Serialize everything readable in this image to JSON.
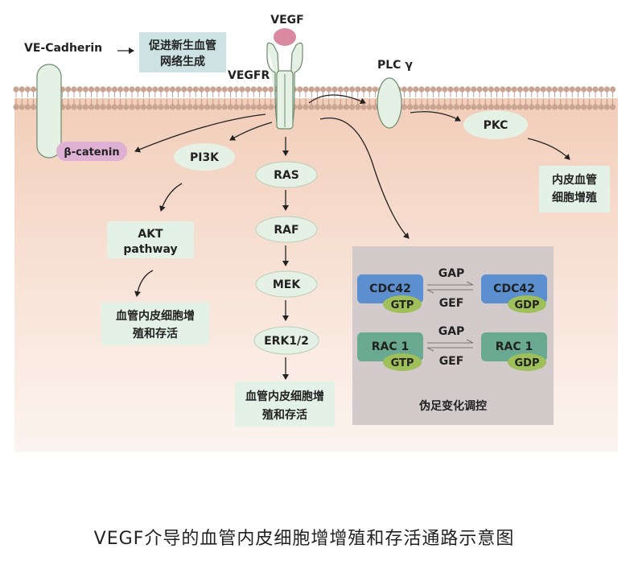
{
  "ligand": {
    "label": "VEGF"
  },
  "receptor": {
    "label": "VEGFR"
  },
  "ve_cadherin": {
    "label": "VE-Cadherin",
    "effect_line1": "促进新生血管",
    "effect_line2": "网络生成",
    "partner": "β-catenin"
  },
  "plc_branch": {
    "plc": "PLC γ",
    "pkc": "PKC",
    "outcome_line1": "内皮血管",
    "outcome_line2": "细胞增殖"
  },
  "pi3k_branch": {
    "pi3k": "PI3K",
    "akt_line1": "AKT",
    "akt_line2": "pathway",
    "outcome_line1": "血管内皮细胞增",
    "outcome_line2": "殖和存活"
  },
  "mapk_branch": {
    "ras": "RAS",
    "raf": "RAF",
    "mek": "MEK",
    "erk": "ERK1/2",
    "outcome_line1": "血管内皮细胞增",
    "outcome_line2": "殖和存活"
  },
  "gtpase_panel": {
    "title": "伪足变化调控",
    "rows": [
      {
        "left": "CDC42",
        "left_sub": "GTP",
        "right": "CDC42",
        "right_sub": "GDP",
        "top_label": "GAP",
        "bottom_label": "GEF"
      },
      {
        "left": "RAC 1",
        "left_sub": "GTP",
        "right": "RAC 1",
        "right_sub": "GDP",
        "top_label": "GAP",
        "bottom_label": "GEF"
      }
    ]
  },
  "caption": "VEGF介导的血管内皮细胞增增殖和存活通路示意图",
  "colors": {
    "cytoplasm_top": "#f3d3c2",
    "cytoplasm_bottom": "#fbf1ec",
    "membrane_head": "#c9a493",
    "protein_fill": "#e6f1e6",
    "outcome_box": "#e3f1e6",
    "ve_effect_box": "#cde2e3",
    "panel_bg": "#d3cbcb",
    "cdc42_blue": "#5b8fd0",
    "rac_green": "#6aa991",
    "gtp_pill": "#9fbf5a",
    "vegf_pink": "#d98aa2",
    "catenin_pink": "#deb0d4"
  }
}
